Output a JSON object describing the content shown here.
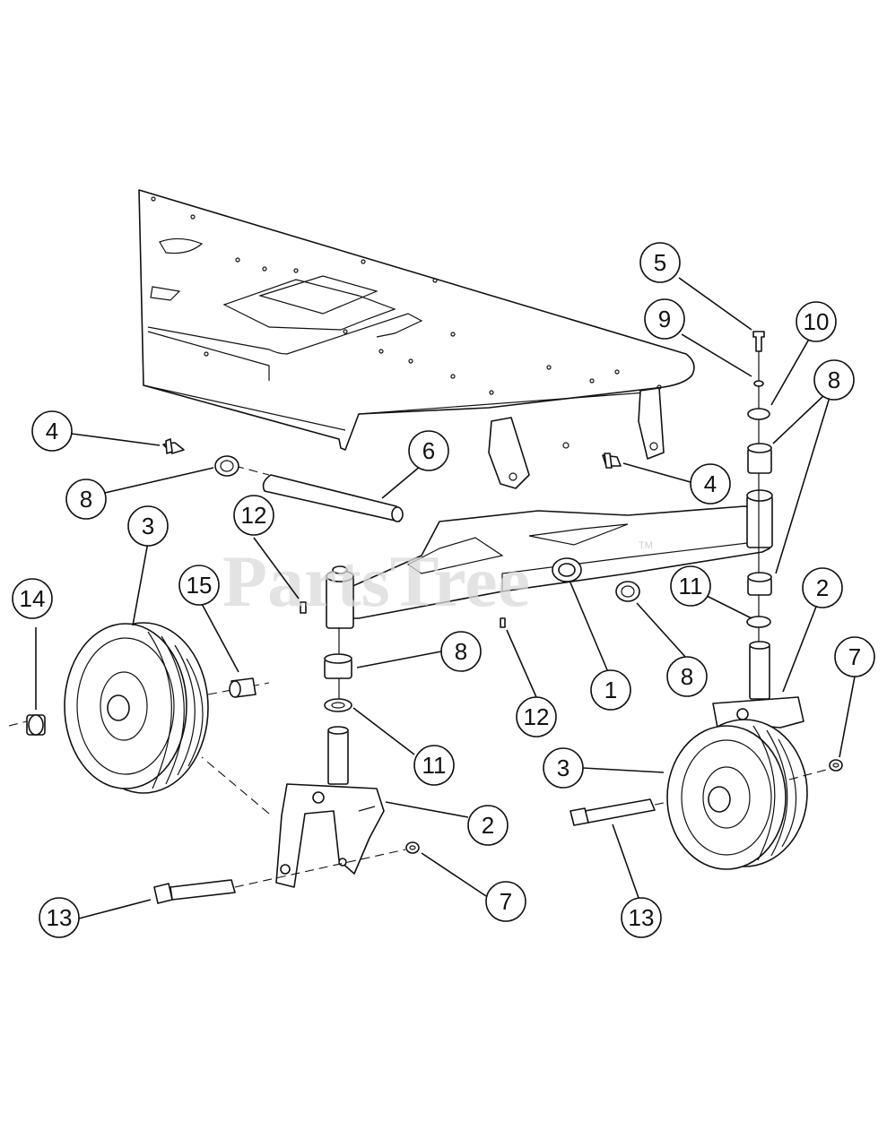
{
  "watermark": {
    "text": "PartsTree",
    "trademark": "TM"
  },
  "callouts": [
    {
      "id": "c5",
      "label": "5"
    },
    {
      "id": "c9",
      "label": "9"
    },
    {
      "id": "c10",
      "label": "10"
    },
    {
      "id": "c8-right-top",
      "label": "8"
    },
    {
      "id": "c4-left",
      "label": "4"
    },
    {
      "id": "c6",
      "label": "6"
    },
    {
      "id": "c4-right",
      "label": "4"
    },
    {
      "id": "c8-left",
      "label": "8"
    },
    {
      "id": "c3-left",
      "label": "3"
    },
    {
      "id": "c12-left",
      "label": "12"
    },
    {
      "id": "c14",
      "label": "14"
    },
    {
      "id": "c15",
      "label": "15"
    },
    {
      "id": "c11-right",
      "label": "11"
    },
    {
      "id": "c2-right",
      "label": "2"
    },
    {
      "id": "c7-right",
      "label": "7"
    },
    {
      "id": "c8-mid",
      "label": "8"
    },
    {
      "id": "c1",
      "label": "1"
    },
    {
      "id": "c8-center",
      "label": "8"
    },
    {
      "id": "c12-center",
      "label": "12"
    },
    {
      "id": "c11-left",
      "label": "11"
    },
    {
      "id": "c3-right",
      "label": "3"
    },
    {
      "id": "c2-left",
      "label": "2"
    },
    {
      "id": "c13-right",
      "label": "13"
    },
    {
      "id": "c7-left",
      "label": "7"
    },
    {
      "id": "c13-left",
      "label": "13"
    }
  ]
}
